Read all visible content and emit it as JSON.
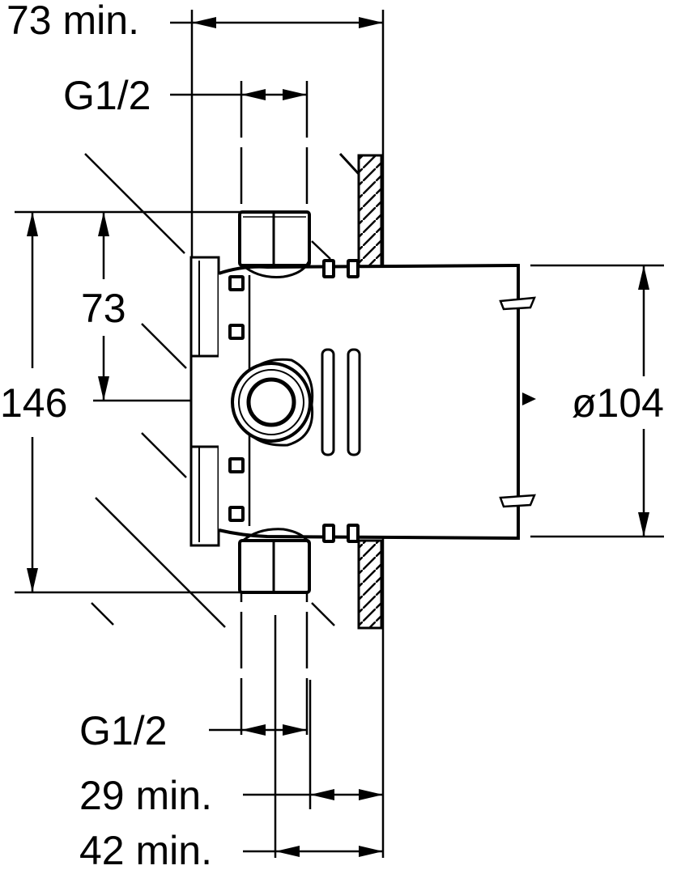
{
  "labels": {
    "top_width": "73 min.",
    "top_thread": "G1/2",
    "half_height": "73",
    "full_height": "146",
    "diameter": "ø104",
    "bottom_thread": "G1/2",
    "depth_min_1": "29 min.",
    "depth_min_2": "42 min."
  }
}
